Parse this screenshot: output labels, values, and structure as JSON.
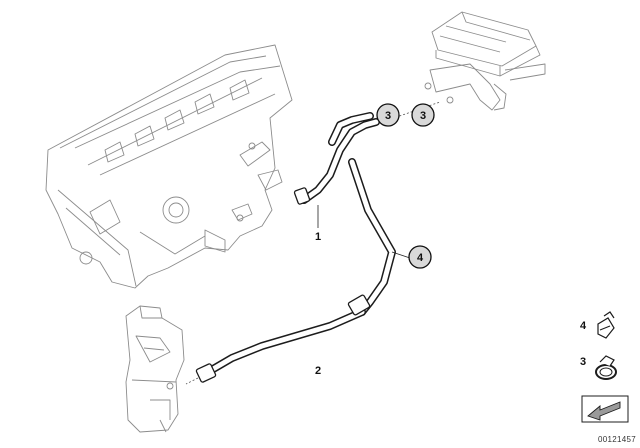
{
  "callouts": {
    "hose_lower": "1",
    "hose_expansion_tank": "2",
    "clamp_a": "3",
    "clamp_b": "3",
    "hose_feed": "4"
  },
  "legend": {
    "hose_clip_label": "4",
    "clamp_label": "3"
  },
  "reference_number": "00121457",
  "icons": {
    "clip": "hose-clip-icon",
    "clamp": "hose-clamp-icon",
    "arrow": "view-arrow-icon"
  }
}
